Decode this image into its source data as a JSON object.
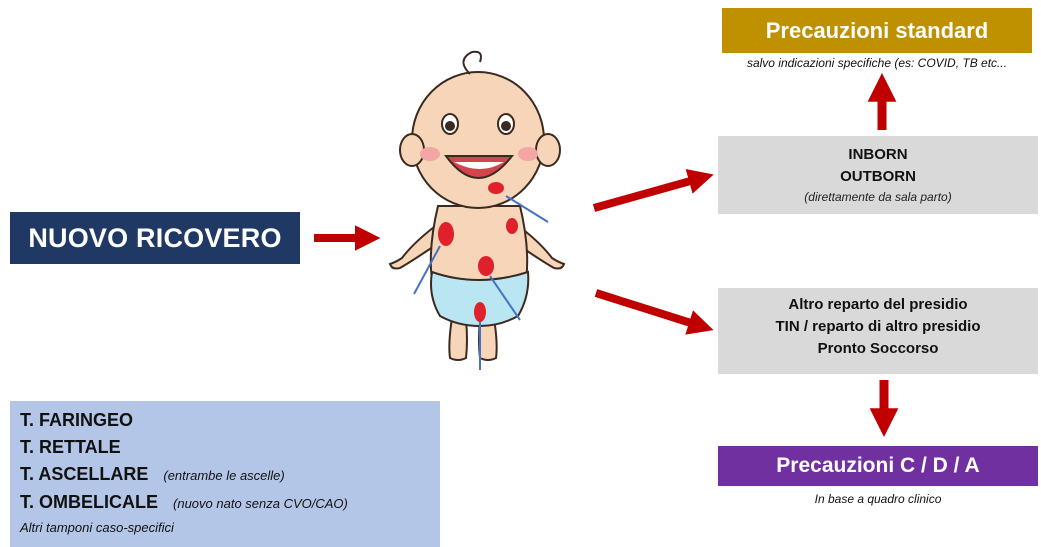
{
  "left": {
    "new_admission_label": "NUOVO RICOVERO"
  },
  "swabs": {
    "items": [
      {
        "label": "T. FARINGEO",
        "note": ""
      },
      {
        "label": "T. RETTALE",
        "note": ""
      },
      {
        "label": "T. ASCELLARE",
        "note": "(entrambe le ascelle)"
      },
      {
        "label": "T. OMBELICALE",
        "note": "(nuovo nato senza CVO/CAO)"
      }
    ],
    "other": "Altri tamponi caso-specifici"
  },
  "right": {
    "standard_title": "Precauzioni standard",
    "standard_sub": "salvo indicazioni specifiche (es: COVID, TB etc...",
    "inborn": "INBORN",
    "outborn": "OUTBORN",
    "outborn_note": "(direttamente da sala parto)",
    "altro_line1": "Altro reparto del presidio",
    "altro_line2": "TIN / reparto di altro presidio",
    "altro_line3": "Pronto Soccorso",
    "cda_title": "Precauzioni C / D / A",
    "cda_sub": "In base a quadro clinico"
  },
  "colors": {
    "navy": "#1f3864",
    "gold": "#bf9000",
    "purple": "#7030a0",
    "gray": "#d9d9d9",
    "light_blue": "#b4c6e7",
    "arrow_red": "#c00000"
  },
  "icons": {
    "baby": "baby-illustration",
    "arrow": "red-arrow"
  }
}
